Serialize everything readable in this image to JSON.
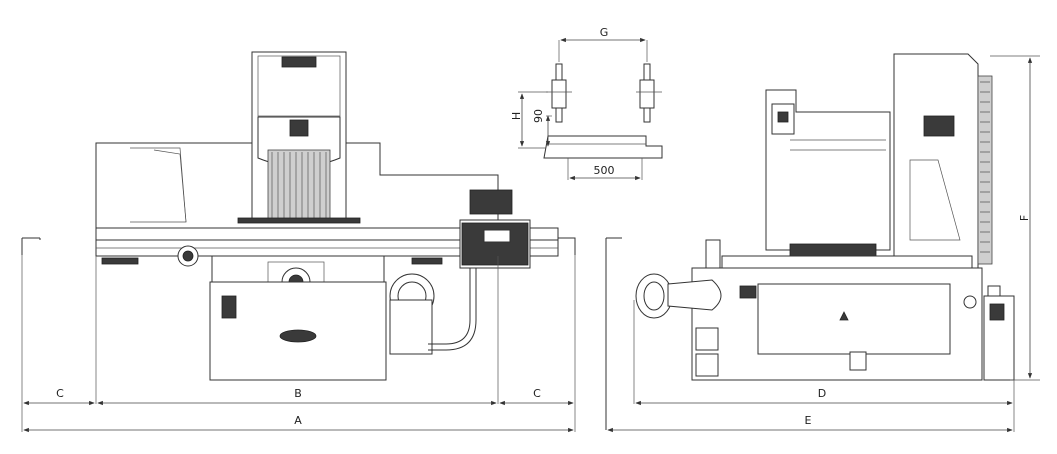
{
  "dimension_labels": {
    "A": "A",
    "B": "B",
    "C_left": "C",
    "C_right": "C",
    "D": "D",
    "E": "E",
    "F": "F",
    "G": "G",
    "H": "H",
    "angle": "90",
    "length": "500"
  }
}
